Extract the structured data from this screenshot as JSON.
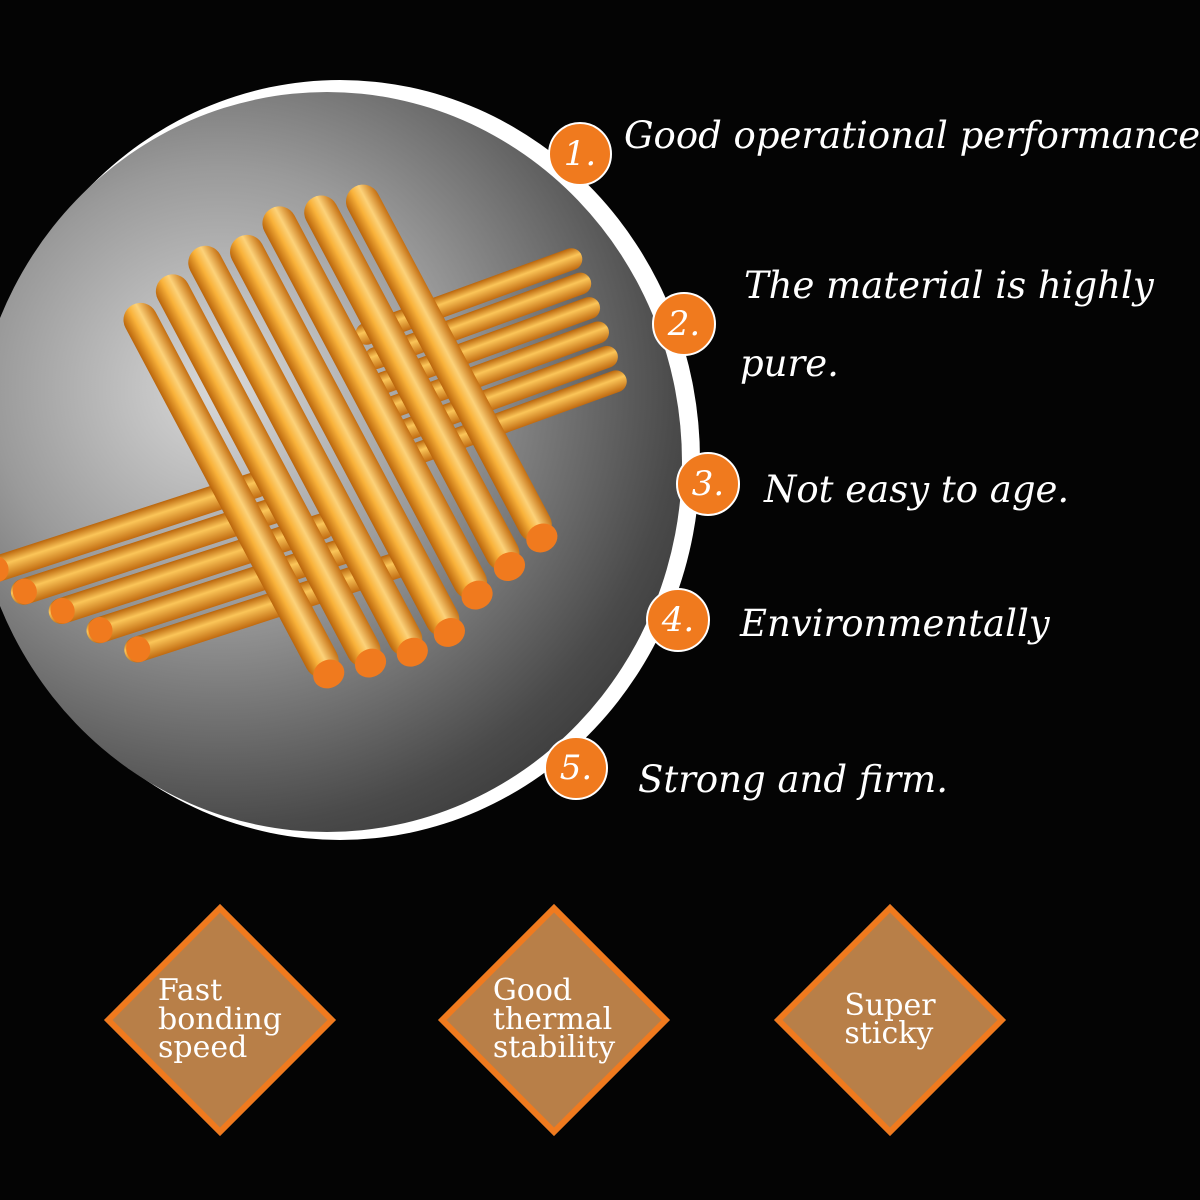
{
  "features": [
    {
      "number": "1.",
      "text": "Good operational performance."
    },
    {
      "number": "2.",
      "line1": "The material is highly",
      "line2": "pure."
    },
    {
      "number": "3.",
      "text": "Not easy to age."
    },
    {
      "number": "4.",
      "text": "Environmentally"
    },
    {
      "number": "5.",
      "text": "Strong and firm."
    }
  ],
  "diamonds": [
    {
      "label": "Fast\nbonding\nspeed"
    },
    {
      "label": "Good\nthermal\nstability"
    },
    {
      "label": "Super\nsticky"
    }
  ],
  "colors": {
    "accent": "#f07a1e",
    "diamond_fill": "#b87f48",
    "background": "#040404",
    "glue_stick": "#f5a623"
  },
  "image": {
    "subject": "product-photo"
  }
}
